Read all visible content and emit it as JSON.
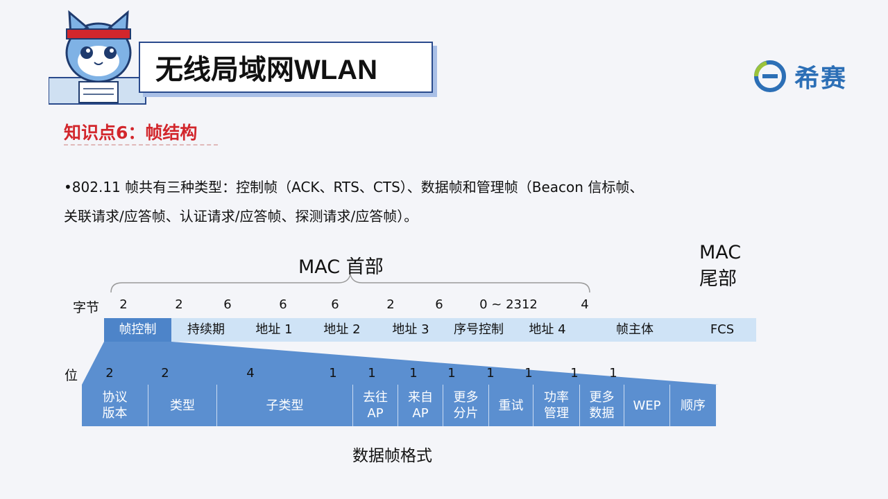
{
  "header": {
    "title": "无线局域网WLAN",
    "logo_text": "希赛"
  },
  "knowledge_point": "知识点6：帧结构",
  "paragraph": {
    "line1": "•802.11 帧共有三种类型：控制帧（ACK、RTS、CTS）、数据帧和管理帧（Beacon 信标帧、",
    "line2": "关联请求/应答帧、认证请求/应答帧、探测请求/应答帧）。"
  },
  "diagram": {
    "mac_header_label": "MAC 首部",
    "mac_trailer_label_1": "MAC",
    "mac_trailer_label_2": "尾部",
    "byte_label": "字节",
    "byte_counts": [
      "2",
      "2",
      "6",
      "6",
      "6",
      "2",
      "6",
      "0 ~ 2312",
      "4"
    ],
    "frame_fields": [
      "帧控制",
      "持续期",
      "地址 1",
      "地址 2",
      "地址 3",
      "序号控制",
      "地址 4",
      "帧主体",
      "FCS"
    ],
    "bit_label": "位",
    "bit_counts": [
      "2",
      "2",
      "4",
      "1",
      "1",
      "1",
      "1",
      "1",
      "1",
      "1",
      "1"
    ],
    "control_fields": [
      {
        "l1": "协议",
        "l2": "版本"
      },
      {
        "l1": "类型",
        "l2": ""
      },
      {
        "l1": "子类型",
        "l2": ""
      },
      {
        "l1": "去往",
        "l2": "AP"
      },
      {
        "l1": "来自",
        "l2": "AP"
      },
      {
        "l1": "更多",
        "l2": "分片"
      },
      {
        "l1": "重试",
        "l2": ""
      },
      {
        "l1": "功率",
        "l2": "管理"
      },
      {
        "l1": "更多",
        "l2": "数据"
      },
      {
        "l1": "WEP",
        "l2": ""
      },
      {
        "l1": "顺序",
        "l2": ""
      }
    ],
    "caption": "数据帧格式"
  },
  "colors": {
    "accent_red": "#d2262c",
    "field_blue": "#5b8fd0",
    "frame_light_blue": "#cfe3f6",
    "logo_blue": "#2c6fb6"
  }
}
